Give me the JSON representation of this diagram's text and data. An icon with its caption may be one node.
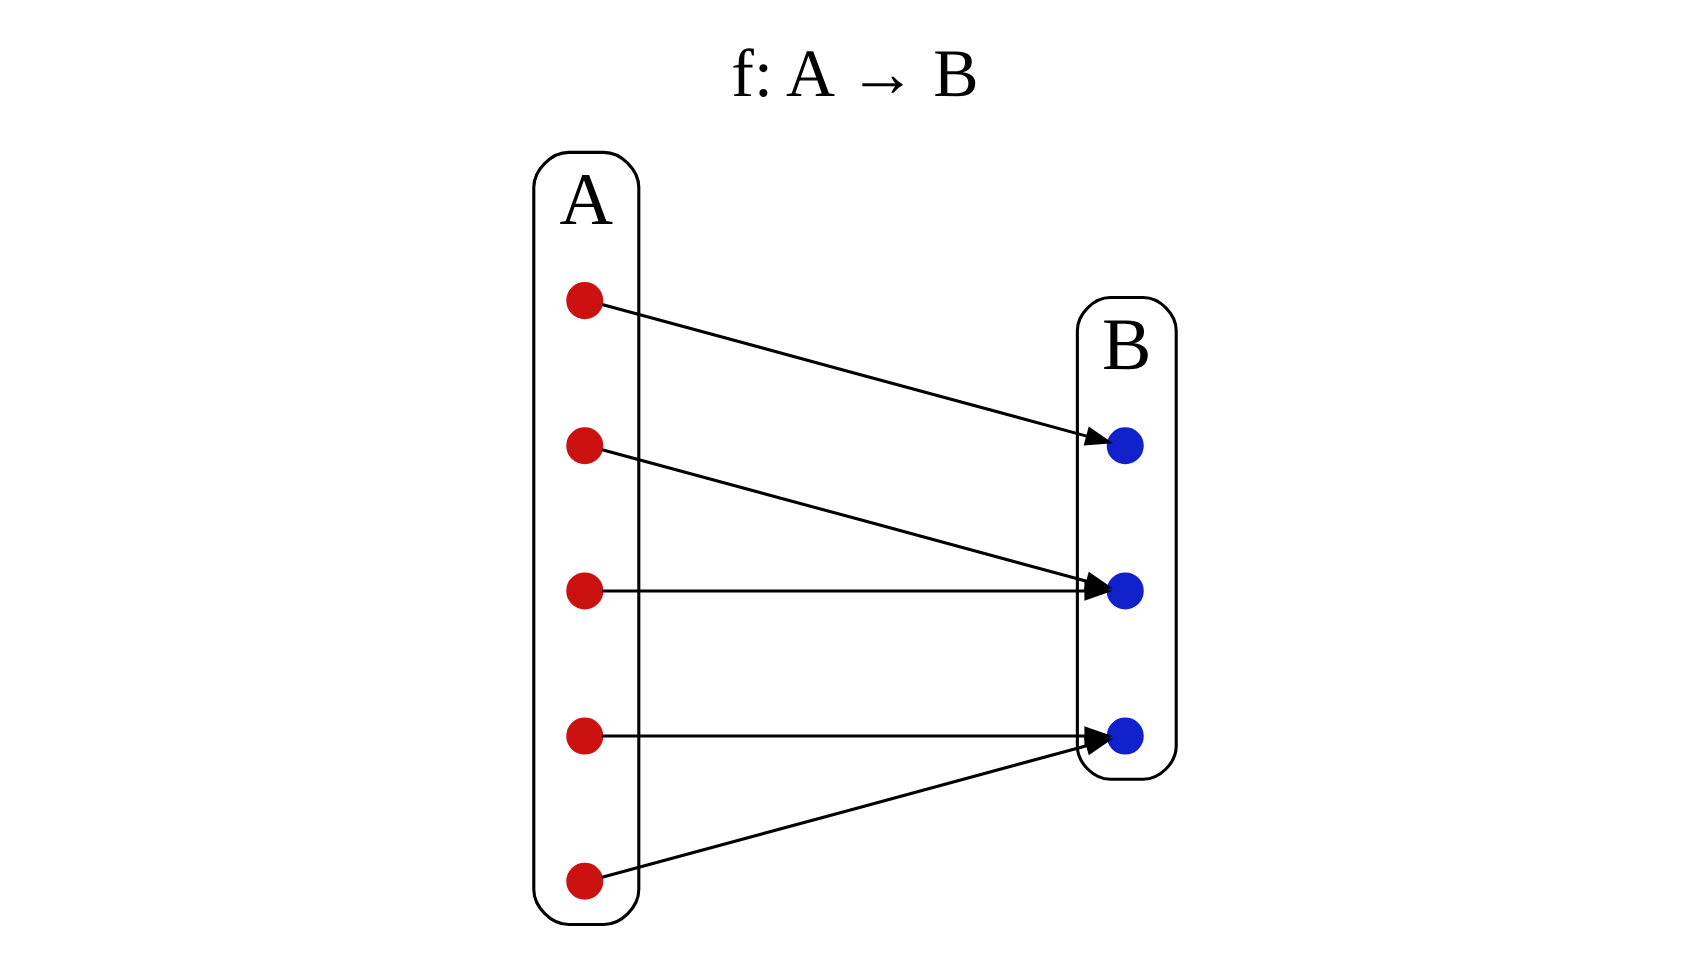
{
  "diagram": {
    "title": "f: A → B",
    "nodes": [
      {
        "text": [
          "A"
        ]
      },
      {
        "text": [],
        "shape": "circle",
        "in": 0
      },
      {
        "text": [],
        "shape": "circle",
        "in": 0
      },
      {
        "text": [],
        "shape": "circle",
        "in": 0
      },
      {
        "text": [],
        "shape": "circle",
        "in": 0
      },
      {
        "text": [],
        "shape": "circle",
        "in": 0
      },
      {
        "text": [
          "B"
        ]
      },
      {
        "text": [],
        "shape": "circle",
        "in": 6
      },
      {
        "text": [],
        "shape": "circle",
        "in": 6
      },
      {
        "text": [],
        "shape": "circle",
        "in": 6
      }
    ],
    "edges": [
      {
        "from": 1,
        "to": 7,
        "arrow": "to"
      },
      {
        "from": 2,
        "to": 8,
        "arrow": "to"
      },
      {
        "from": 3,
        "to": 8,
        "arrow": "to"
      },
      {
        "from": 4,
        "to": 9,
        "arrow": "to"
      },
      {
        "from": 5,
        "to": 9,
        "arrow": "to"
      }
    ]
  }
}
